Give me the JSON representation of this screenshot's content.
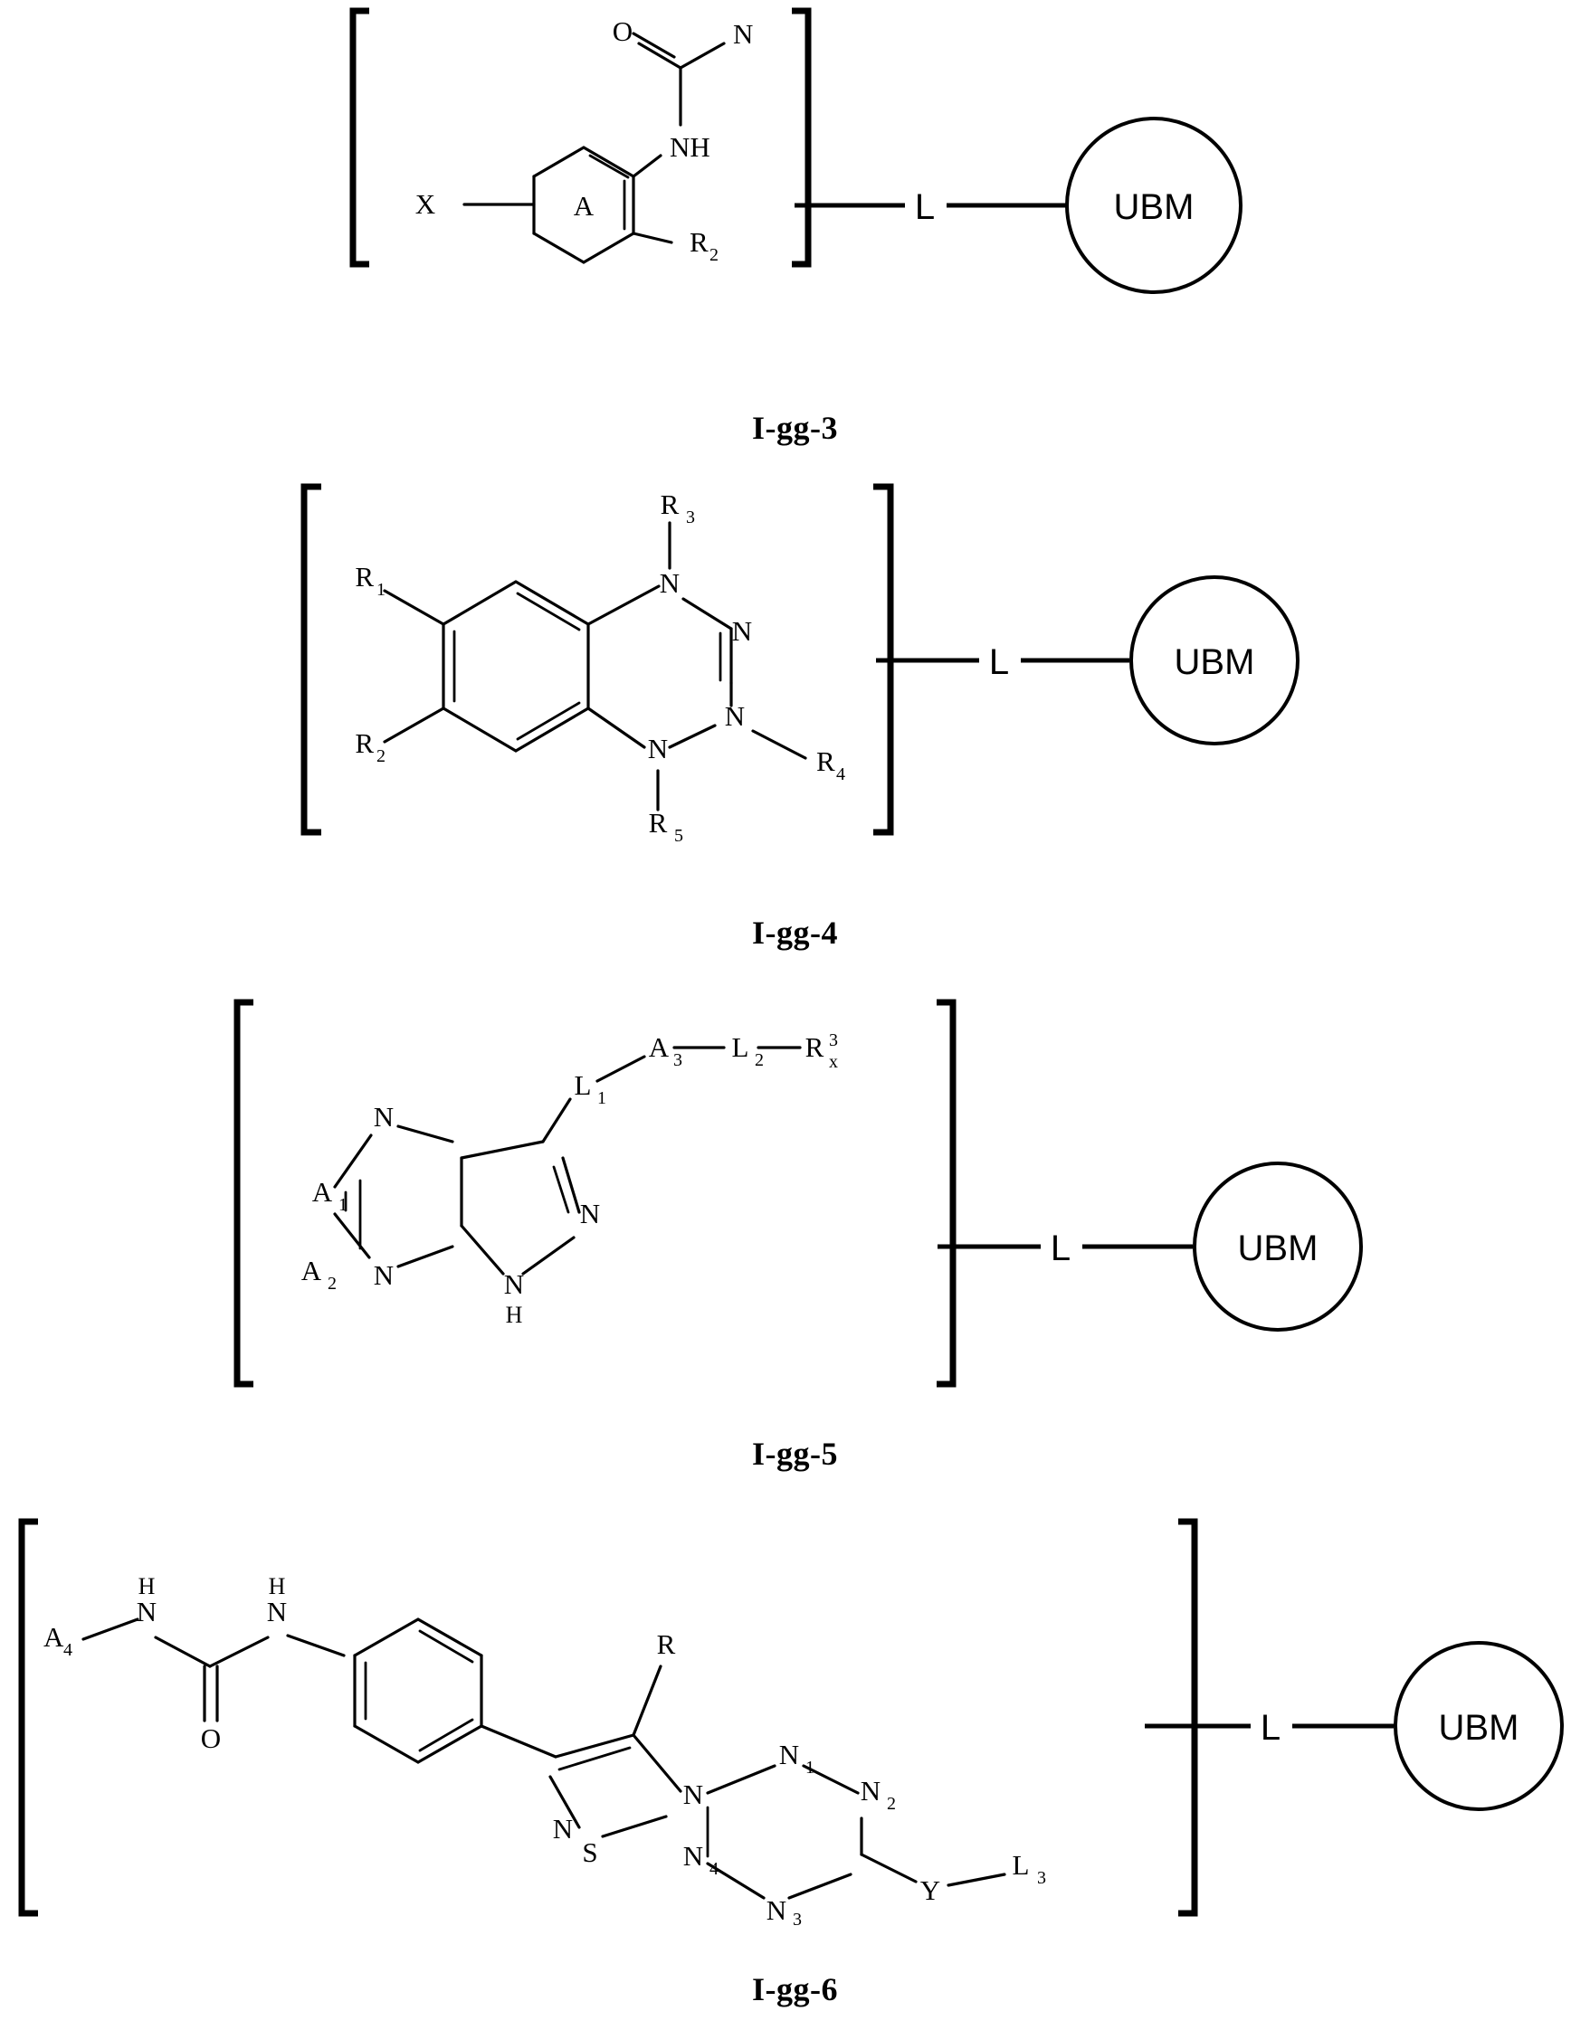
{
  "document": {
    "type": "patent-chemical-structure-figure",
    "background_color": "#ffffff",
    "ink_color": "#000000"
  },
  "shared": {
    "linker_label": "L",
    "ubm_label": "UBM",
    "open_bracket": "[",
    "close_bracket": "]"
  },
  "structures": [
    {
      "id": "i-gg-3",
      "caption": "I-gg-3",
      "linker_label": "L",
      "ubm_label": "UBM",
      "atoms": {
        "carbonyl_o": "O",
        "amide_n": "N",
        "nh": "NH",
        "x_substituent": "X",
        "ring_label": "A",
        "r2": "R",
        "r2_sub": "2"
      }
    },
    {
      "id": "i-gg-4",
      "caption": "I-gg-4",
      "linker_label": "L",
      "ubm_label": "UBM",
      "atoms": {
        "r1": "R",
        "r1_sub": "1",
        "r2": "R",
        "r2_sub": "2",
        "n1": "N",
        "n1_sub": "",
        "r3": "R",
        "r3_sub": "3",
        "n2": "N",
        "n3": "N",
        "n4": "N",
        "r4": "R",
        "r4_sub": "4",
        "r5": "R",
        "r5_sub": "5"
      }
    },
    {
      "id": "i-gg-5",
      "caption": "I-gg-5",
      "linker_label": "L",
      "ubm_label": "UBM",
      "atoms": {
        "a1": "A",
        "a1_sub": "1",
        "a2": "A",
        "a2_sub": "2",
        "n_ring1": "N",
        "n_ring2": "N",
        "n_ring3": "N",
        "n_pyrazole": "N",
        "nh": "N",
        "h": "H",
        "l1": "L",
        "l1_sub": "1",
        "a3": "A",
        "a3_sub": "3",
        "l2": "L",
        "l2_sub": "2",
        "r3": "R",
        "r3_sub": "3",
        "r3_sub2": "x"
      }
    },
    {
      "id": "i-gg-6",
      "caption": "I-gg-6",
      "linker_label": "L",
      "ubm_label": "UBM",
      "atoms": {
        "a4": "A",
        "a4_sub": "4",
        "nh_left": "N",
        "h_left": "H",
        "nh_right": "N",
        "h_right": "H",
        "carbonyl_o": "O",
        "r": "R",
        "n_thiazole": "N",
        "s_thiazole": "S",
        "n_bridge": "N",
        "n_tri1": "N",
        "n_tri1_sub": "1",
        "n_tri2": "N",
        "n_tri2_sub": "2",
        "n_tri3": "N",
        "n_tri3_sub": "3",
        "n_tri4": "N",
        "n_tri4_sub": "4",
        "y": "Y",
        "l_tail": "L",
        "l_tail_sub": "3"
      }
    }
  ]
}
